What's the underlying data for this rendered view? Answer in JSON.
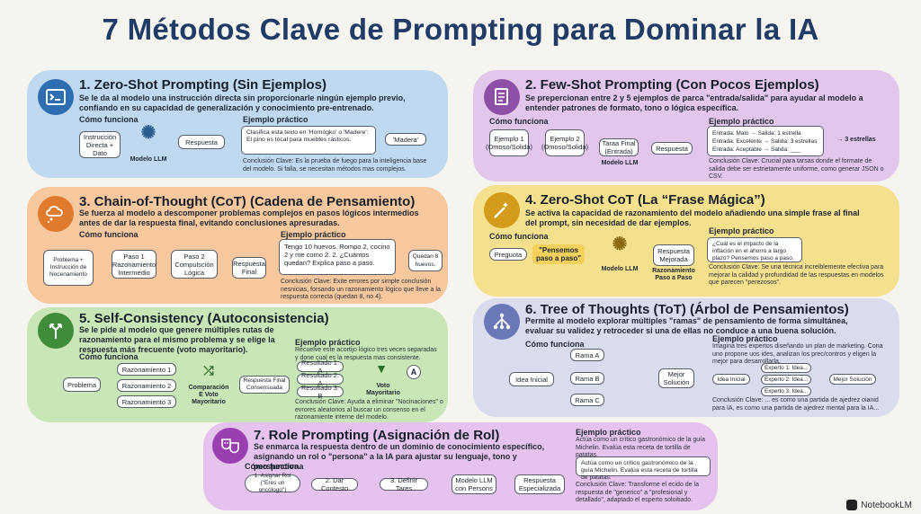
{
  "title": "7 Métodos Clave de Prompting para Dominar la IA",
  "brand": "NotebookLM",
  "m1": {
    "heading": "1. Zero-Shot Prompting (Sin Ejemplos)",
    "desc": "Se le da al modelo una instrucción directa sin proporcionarle ningún ejemplo previo, confiando en su capacidad de generalización y conocimiento pre-entrenado.",
    "how_label": "Cómo funciona",
    "ex_label": "Ejemplo práctico",
    "flow": [
      "Instrucción Directa + Dato",
      "Modelo LLM",
      "Respuesta"
    ],
    "example_text": "Clasifica esta texto en 'Hornógko' o 'Madere': El pino es tócal para muebles rásticos.",
    "example_answer": "'Madera'",
    "conclusion": "Conclusión Clave: Es la prueba de fuego para la inteligencia base del modelo. Si falla, se necesitan métodos mas complejos."
  },
  "m2": {
    "heading": "2. Few-Shot Prompting (Con Pocos Ejemplos)",
    "desc": "Se prepercionan entre 2 y 5 ejemplos de parca \"entrada/salida\" para ayudar al modelo a entender patrones de formato, tono o lógica específica.",
    "how_label": "Cómo funciona",
    "ex_label": "Ejemplo práctico",
    "flow": [
      "Ejemplo 1 (Omoso/Solida)",
      "Ejemplo 2 (Omoso/Solida)",
      "Taraa Final (Entrada)",
      "Respuesta"
    ],
    "model": "Modelo LLM",
    "example_lines": [
      "Entrada: Malo → Salida: 1 estrella",
      "Entrada: Excelente → Salida: 3 estrellas",
      "Entrada: Aceptable → Salida: ___"
    ],
    "example_answer": "→ 3 estrellas",
    "conclusion": "Conclusión Clave: Crucial para tarsas donde el formate de salida debe ser estrietamente uniforme, como generar JSON o CSV."
  },
  "m3": {
    "heading": "3. Chain-of-Thought (CoT) (Cadena de Pensamiento)",
    "desc": "Se fuerza al modelo a descomponer problemas complejos en pasos lógicos intermedios antes de dar la respuesta final, evitando conclusiones apresuradas.",
    "how_label": "Cómo funciona",
    "ex_label": "Ejemplo práctico",
    "flow": [
      "Problema + Instrucción de Nocenamiento",
      "Paso 1 Razonamiento Intermedio",
      "Paso 2 Compulsción Lógica",
      "Respuesta Final"
    ],
    "example_text": "Tengo 10 huevos. Rompo 2, cocino 2 y me como 2. 2. ¿Cuántos quedan? Explica paso a paso.",
    "example_answer": "Quedan 8 huevos.",
    "conclusion": "Conclusión Clave: Exite errores por simple conclusión nesnicias, forsando un razonamiento lógico que lleve a la respuesta correcta (quedan 8, no 4)."
  },
  "m4": {
    "heading": "4. Zero-Shot CoT (La “Frase Mágica”)",
    "desc": "Se activa la capacidad de razonamiento del modelo añadiendo una simple frase al final del prompt, sin necesidad de dar ejemplos.",
    "how_label": "Cómo funciona",
    "ex_label": "Ejemplo práctico",
    "flow": [
      "Preguota",
      "\"Pensemos paso a paso\"",
      "Modelo LLM",
      "Respuesta Mejorada"
    ],
    "flow_caption": "Razonamiento Paso a Paso",
    "example_text": "¿Cuál es el impacto de la inflación en el ahorro a largo plazo? Pensemos paso a paso.",
    "conclusion": "Conclusión Clave: Se una técnica increiblemente efectiva para mejorar la calidad y profundidad de las respuestas en modelos que parecen \"perezosos\"."
  },
  "m5": {
    "heading": "5. Self-Consistency (Autoconsistencia)",
    "desc": "Se le pide al modelo que genere múltiples rutas de razonamiento para el mismo problema y se elige la respuesta más frecuente (voto mayoritario).",
    "how_label": "Cómo funciona",
    "ex_label": "Ejemplo práctico",
    "ex_desc": "Recuelve este acortijo lógico tres veces separadas y done cual es la respuesta mas consistente.",
    "flow": [
      "Problema",
      "Razonamiento 1",
      "Razonamiento 2",
      "Razonamiento 3",
      "Comparación E Voto Mayoritario",
      "Respuesta Final Consensuada"
    ],
    "results": [
      "Resultado 1: A",
      "Resultado 2: A",
      "Resultado 3: B"
    ],
    "vote_label": "Voto Mayoritario",
    "vote_result": "A",
    "conclusion": "Conclusión Clave: Ayuda a eliminar \"Nocinaciones\" o evrores aleatorios al buscar un consenso en el razonamiente interne del modelo."
  },
  "m6": {
    "heading": "6. Tree of Thoughts (ToT) (Árbol de Pensamientos)",
    "desc": "Permite al modelo explorar múltiples \"ramas\" de pensamiento de forma simultánea, evaluar su validez y retroceder si una de ellas no conduce a una buena solución.",
    "how_label": "Cómo funciona",
    "ex_label": "Ejemplo práctico",
    "ex_desc": "Imagina tres expertos diseñando un plan de marketing. Cona uno propone uos ides, analizan los prec/contros y eligen la mejor para desarrollarla.",
    "flow": [
      "Idea Inicial",
      "Rama A",
      "Rama B",
      "Rama C",
      "Mejor Solución"
    ],
    "mini": [
      "Idea Inicial",
      "Experto 1: Idea...",
      "Experto 2: Idea...",
      "Experto 3: Idea...",
      "Mejor Solución"
    ],
    "conclusion": "Conclusión Clave: ... es como una partida de ajedrez oianid para IA, es como una partida de ajedrez mental para la IA..."
  },
  "m7": {
    "heading": "7. Role Prompting (Asignación de Rol)",
    "desc": "Se enmarca la respuesta dentro de un dominio de conocimiento específico, asignando un rol o \"persona\" a la IA para ajustar su lenguaje, tono y perspectiva.",
    "how_label": "Cómo funciona",
    "ex_label": "Ejemplo práctico",
    "ex_desc": "Actúa como un crítico gastronómico de la guía Michelin. Evalúa esta receta de tortilla de patatas.",
    "flow": [
      "1. Asignar Rol (\"Eres un oncólogo\")",
      "2. Dar Contesto",
      "3. Definir Tares",
      "Modelo LLM con Persons",
      "Respuesta Especializada"
    ],
    "example_text": "Actúa como un crítico gastronómico de la guía Michelin. Evalúa esta receta de tortilla de patatas.",
    "conclusion": "Conclusión Clave: Transforme el ecido de la respuesta de \"generico\" a \"profesional y detallado\", adaptado el esperto soloitiado."
  }
}
